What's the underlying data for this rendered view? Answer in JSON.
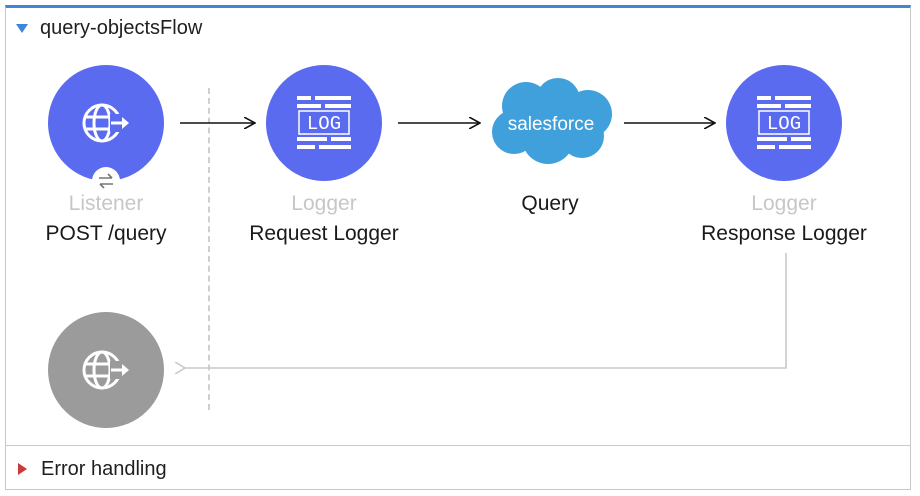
{
  "flow": {
    "title": "query-objectsFlow",
    "error_handling_label": "Error handling"
  },
  "nodes": {
    "listener": {
      "type": "Listener",
      "name": "POST /query",
      "icon": "globe-arrow-icon"
    },
    "request_logger": {
      "type": "Logger",
      "name": "Request Logger",
      "icon_text": "LOG"
    },
    "query": {
      "name": "Query",
      "logo_text": "salesforce"
    },
    "response_logger": {
      "type": "Logger",
      "name": "Response Logger",
      "icon_text": "LOG"
    }
  },
  "colors": {
    "node_blue": "#5b6bf0",
    "salesforce_blue": "#3fa0dc",
    "header_accent": "#3f86d6",
    "error_red": "#cc3a3a",
    "inactive_gray": "#9b9b9b"
  }
}
